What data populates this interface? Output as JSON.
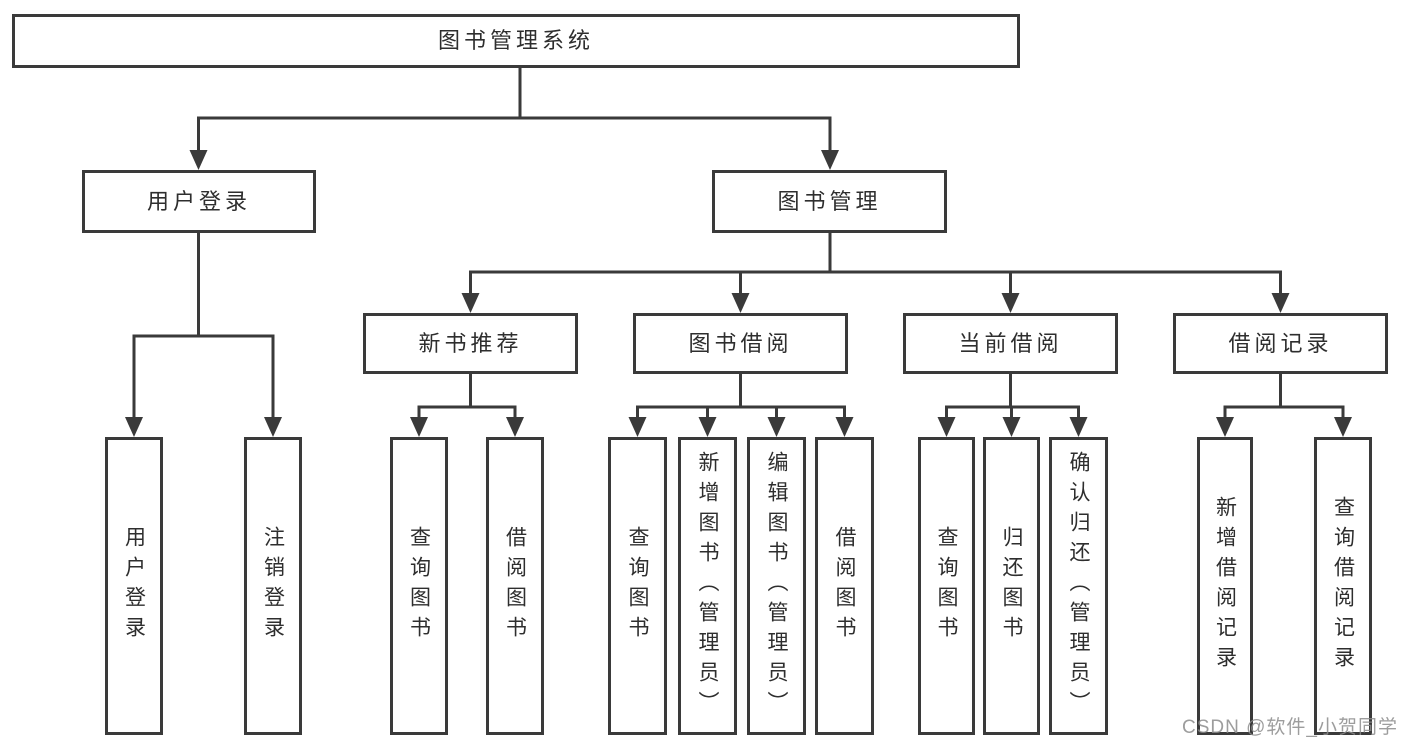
{
  "colors": {
    "line": "#3a3a3a",
    "text": "#2e2e2e",
    "background": "#ffffff",
    "watermark": "#8c8c8c"
  },
  "tree": {
    "root": {
      "label": "图书管理系统"
    },
    "level2": [
      {
        "label": "用户登录"
      },
      {
        "label": "图书管理"
      }
    ],
    "level3": [
      {
        "label": "新书推荐"
      },
      {
        "label": "图书借阅"
      },
      {
        "label": "当前借阅"
      },
      {
        "label": "借阅记录"
      }
    ],
    "leaves": {
      "user": [
        {
          "label": "用户登录"
        },
        {
          "label": "注销登录"
        }
      ],
      "recommend": [
        {
          "label": "查询图书"
        },
        {
          "label": "借阅图书"
        }
      ],
      "borrow": [
        {
          "label": "查询图书"
        },
        {
          "label": "新增图书（管理员）"
        },
        {
          "label": "编辑图书（管理员）"
        },
        {
          "label": "借阅图书"
        }
      ],
      "current": [
        {
          "label": "查询图书"
        },
        {
          "label": "归还图书"
        },
        {
          "label": "确认归还（管理员）"
        }
      ],
      "records": [
        {
          "label": "新增借阅记录"
        },
        {
          "label": "查询借阅记录"
        }
      ]
    }
  },
  "watermark": {
    "text": "CSDN @软件_小贺同学"
  }
}
